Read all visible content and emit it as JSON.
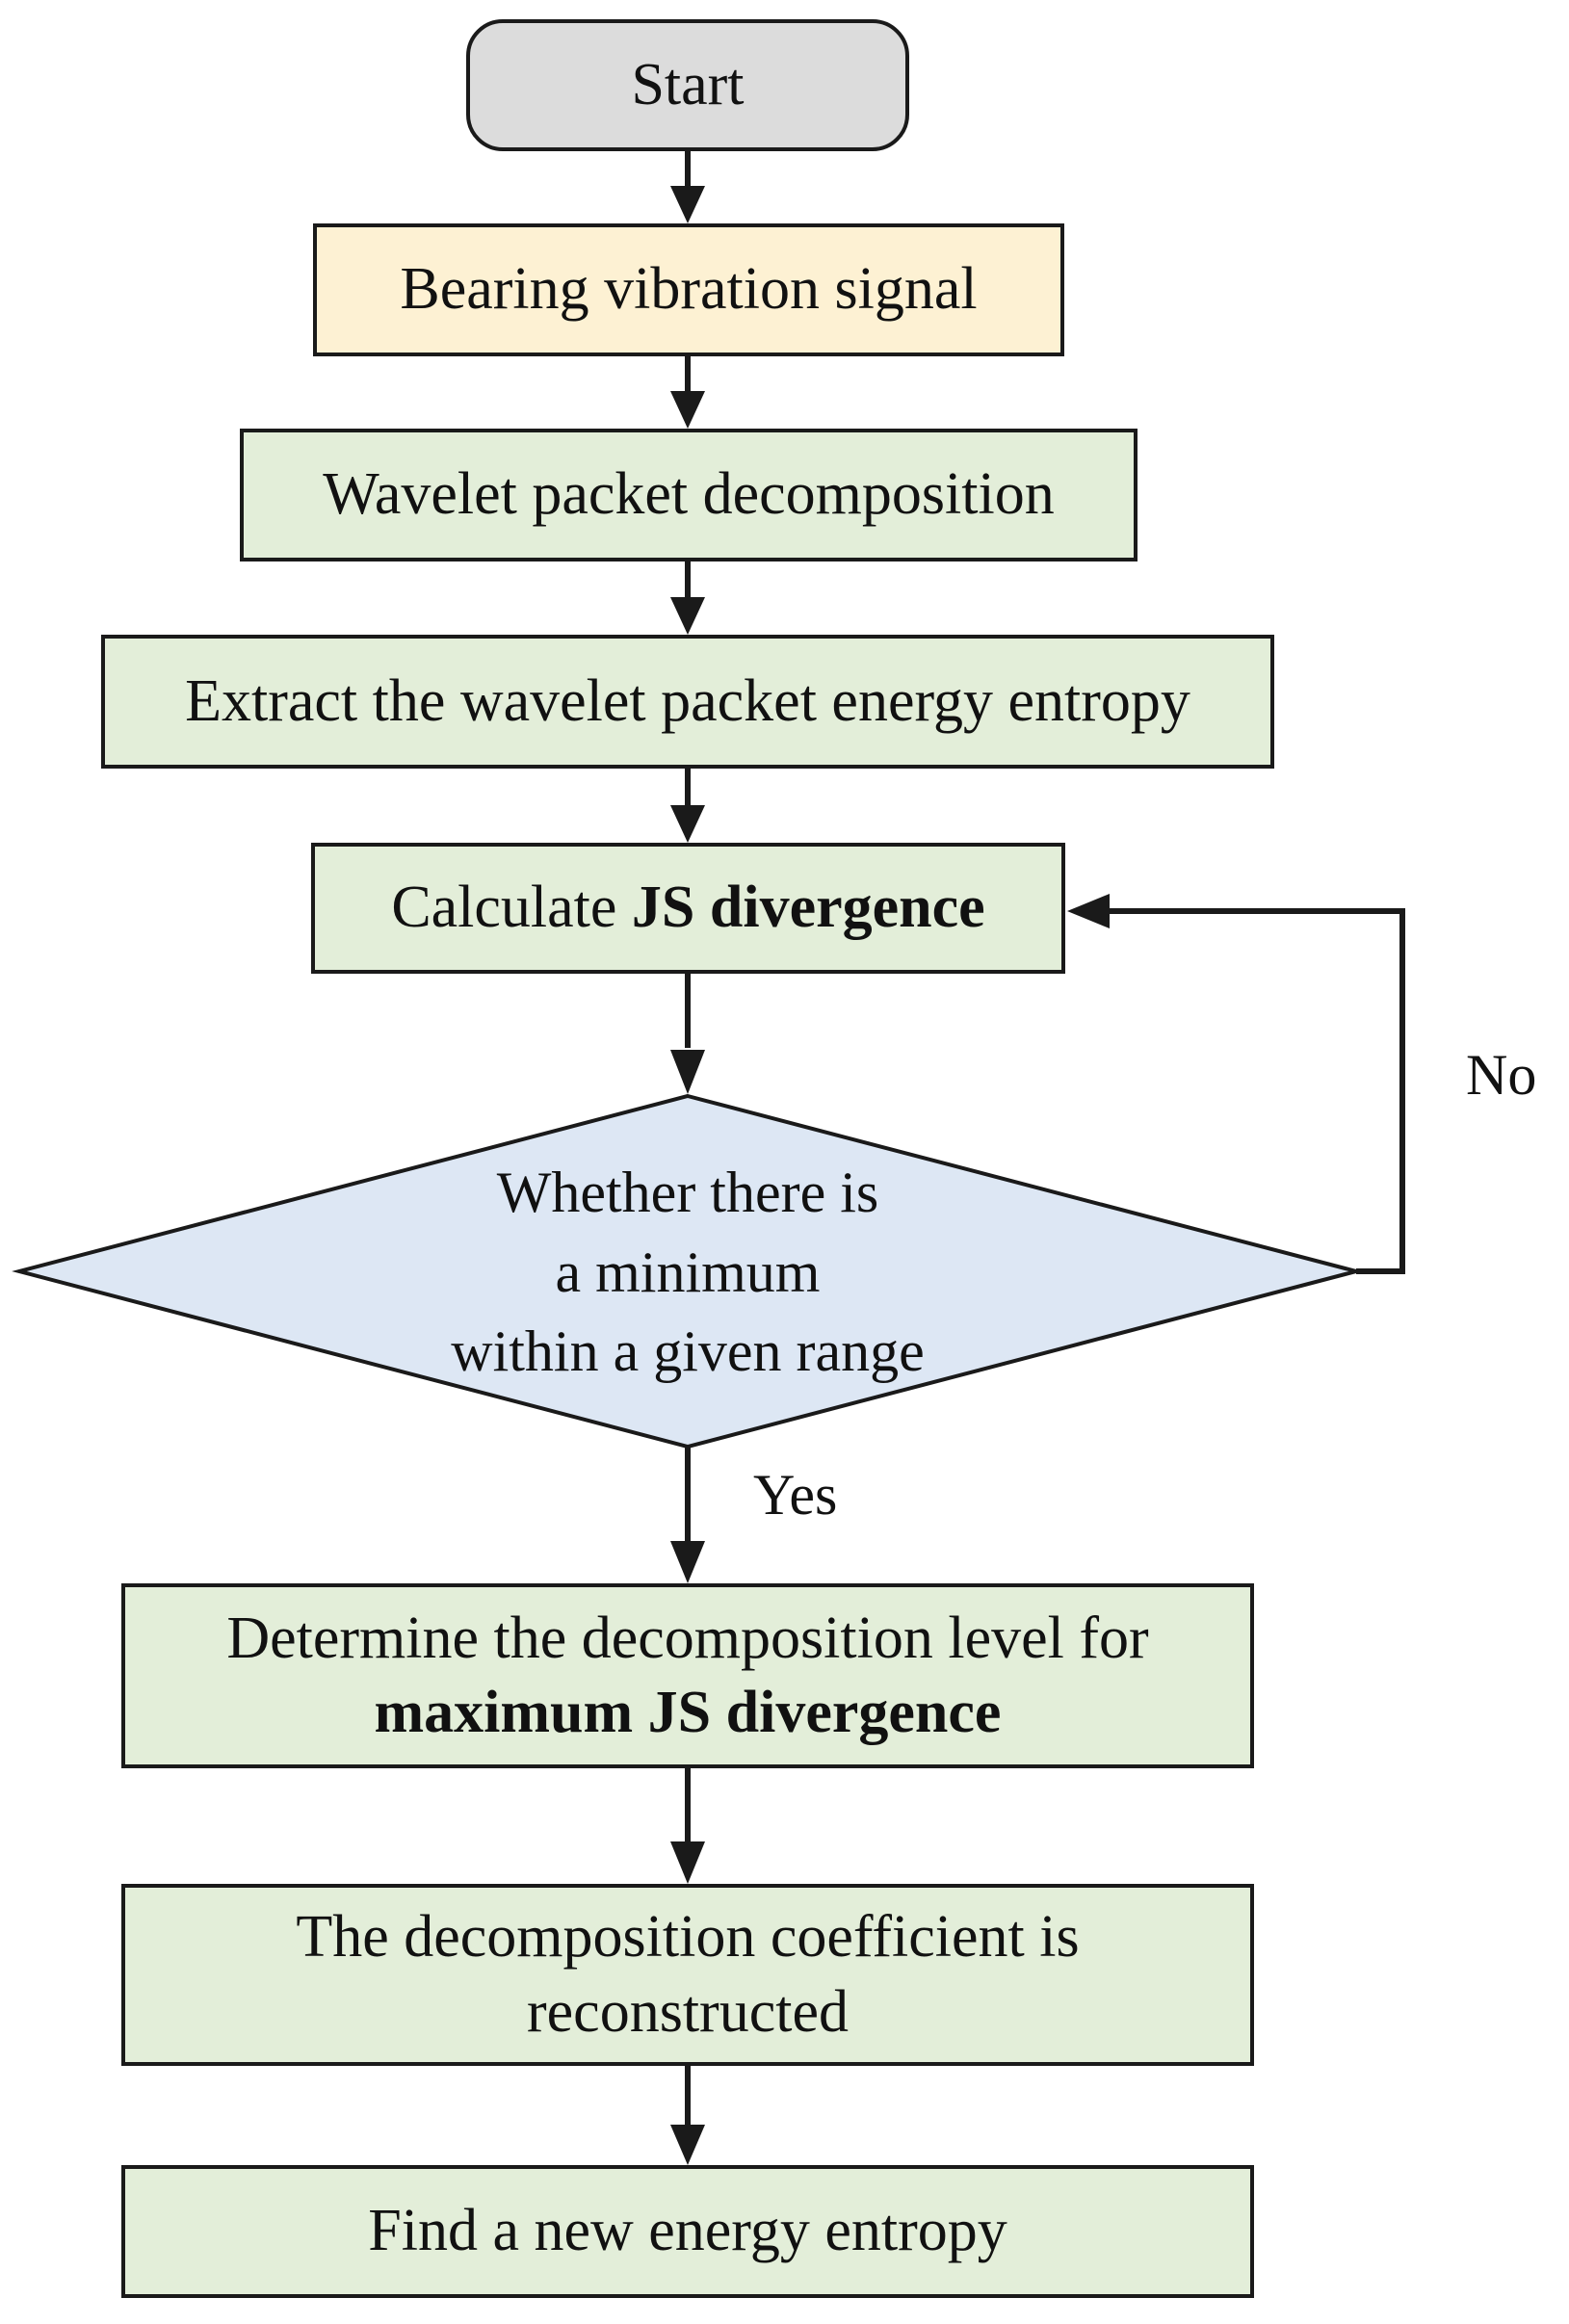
{
  "colors": {
    "terminal_fill": "#dcdcdc",
    "input_fill": "#fdf1d3",
    "process_fill": "#e3eed9",
    "decision_fill": "#dde7f4",
    "stroke": "#1a1a1a"
  },
  "nodes": {
    "start": "Start",
    "signal": "Bearing vibration signal",
    "wpd": "Wavelet packet decomposition",
    "extract": "Extract the wavelet packet energy entropy",
    "calc_prefix": "Calculate ",
    "calc_bold": "JS divergence",
    "decision_line1": "Whether there is",
    "decision_line2": "a minimum",
    "decision_line3": "within a given range",
    "determine_line1": "Determine the decomposition level for",
    "determine_bold": "maximum JS divergence",
    "reconstruct_line1": "The decomposition coefficient is",
    "reconstruct_line2": "reconstructed",
    "find": "Find a new energy entropy"
  },
  "edges": {
    "no_label": "No",
    "yes_label": "Yes"
  }
}
